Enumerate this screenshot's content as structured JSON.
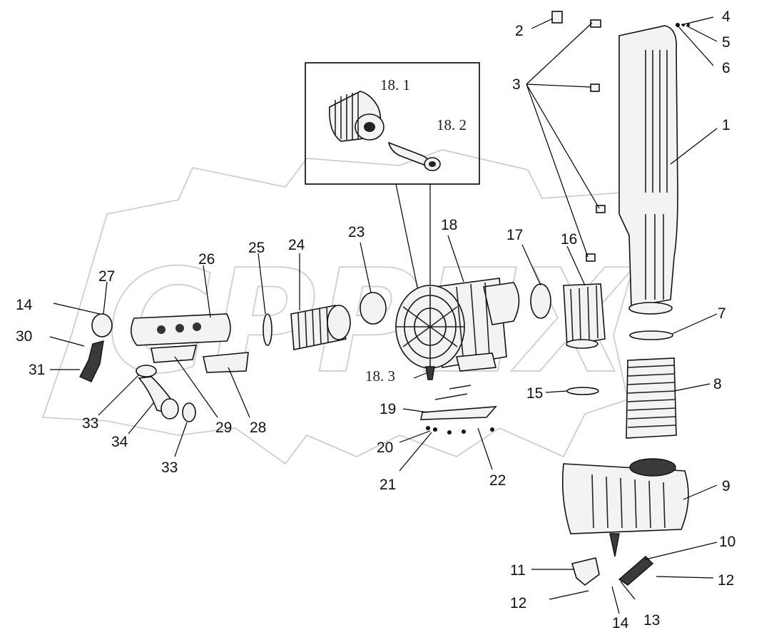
{
  "watermark": {
    "text": "CPPEX"
  },
  "callouts": {
    "c1": "1",
    "c2": "2",
    "c3": "3",
    "c4": "4",
    "c5": "5",
    "c6": "6",
    "c7": "7",
    "c8": "8",
    "c9": "9",
    "c10": "10",
    "c11": "11",
    "c12a": "12",
    "c12b": "12",
    "c13": "13",
    "c14a": "14",
    "c14b": "14",
    "c15": "15",
    "c16": "16",
    "c17": "17",
    "c18": "18",
    "c18_1": "18. 1",
    "c18_2": "18. 2",
    "c18_3": "18. 3",
    "c19": "19",
    "c20": "20",
    "c21": "21",
    "c22": "22",
    "c23": "23",
    "c24": "24",
    "c25": "25",
    "c26": "26",
    "c27": "27",
    "c28": "28",
    "c29": "29",
    "c30": "30",
    "c31": "31",
    "c33a": "33",
    "c33b": "33",
    "c34": "34"
  }
}
